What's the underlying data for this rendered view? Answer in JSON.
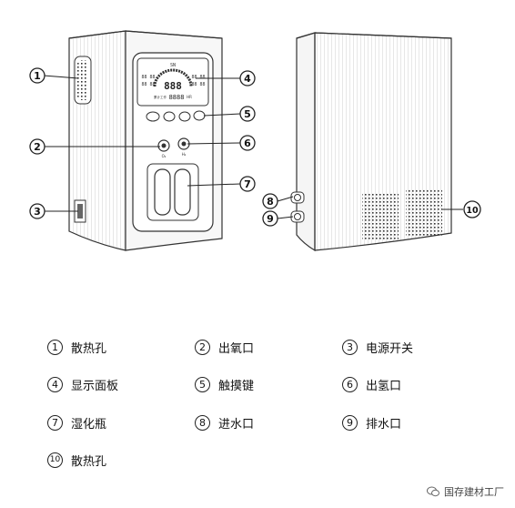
{
  "panel": {
    "label_top": "SN",
    "lcd_left_a": "88 88",
    "lcd_left_b": "88 88",
    "lcd_center": "888",
    "lcd_right_a": "88 88",
    "lcd_right_b": "88 88",
    "lcd_bottom_prefix": "累计工作",
    "lcd_bottom": "8888",
    "lcd_bottom_unit": "HR",
    "port_o2": "O₂",
    "port_h2": "H₂"
  },
  "callouts": [
    "1",
    "2",
    "3",
    "4",
    "5",
    "6",
    "7",
    "8",
    "9",
    "10"
  ],
  "legend": [
    {
      "num": "①",
      "text": "散热孔"
    },
    {
      "num": "②",
      "text": "出氧口"
    },
    {
      "num": "③",
      "text": "电源开关"
    },
    {
      "num": "④",
      "text": "显示面板"
    },
    {
      "num": "⑤",
      "text": "触摸键"
    },
    {
      "num": "⑥",
      "text": "出氢口"
    },
    {
      "num": "⑦",
      "text": "湿化瓶"
    },
    {
      "num": "⑧",
      "text": "进水口"
    },
    {
      "num": "⑨",
      "text": "排水口"
    },
    {
      "num": "⑩",
      "text": "散热孔"
    }
  ],
  "watermark": "国存建材工厂"
}
